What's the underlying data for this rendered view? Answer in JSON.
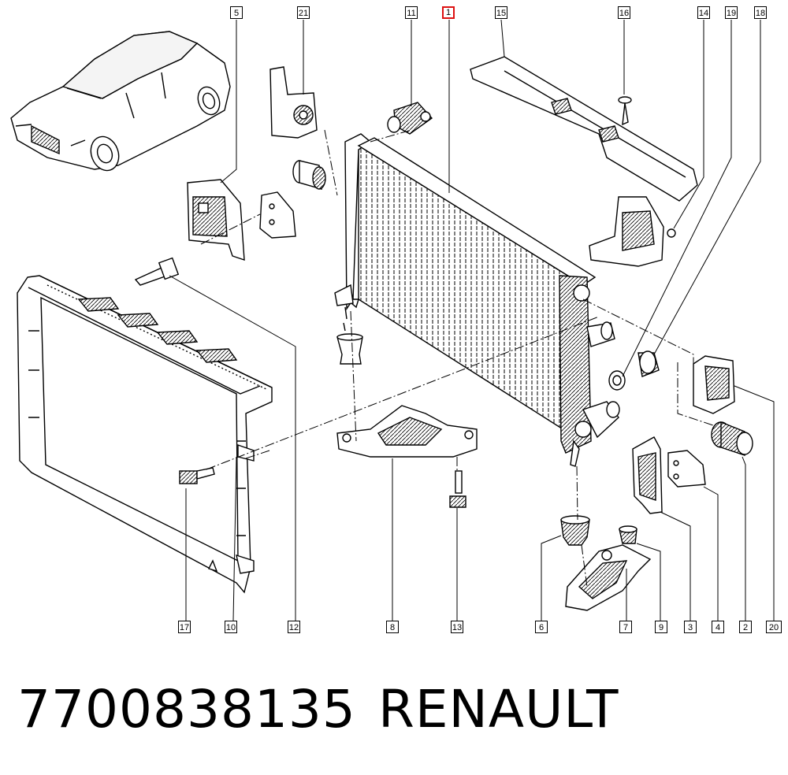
{
  "callouts": {
    "c1": "1",
    "c2": "2",
    "c3": "3",
    "c4": "4",
    "c5": "5",
    "c6": "6",
    "c7": "7",
    "c8": "8",
    "c9": "9",
    "c10": "10",
    "c11": "11",
    "c12": "12",
    "c13": "13",
    "c14": "14",
    "c15": "15",
    "c16": "16",
    "c17": "17",
    "c18": "18",
    "c19": "19",
    "c20": "20",
    "c21": "21"
  },
  "highlighted_callout": "1",
  "caption": {
    "part_number": "7700838135",
    "brand": "RENAULT"
  },
  "colors": {
    "line": "#000000",
    "highlight": "#d11111",
    "background": "#ffffff"
  }
}
